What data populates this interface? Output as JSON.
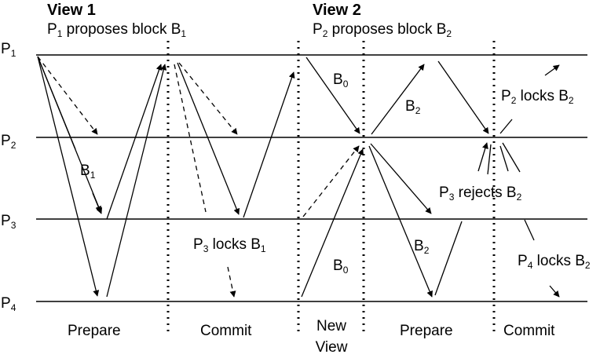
{
  "views": {
    "v1": {
      "title": "View 1",
      "caption": "P",
      "caption_sub": "1",
      "caption_tail": " proposes block B",
      "caption_sub2": "1"
    },
    "v2": {
      "title": "View 2",
      "caption": "P",
      "caption_sub": "2",
      "caption_tail": " proposes block B",
      "caption_sub2": "2"
    }
  },
  "processes": [
    {
      "label": "P",
      "sub": "1"
    },
    {
      "label": "P",
      "sub": "2"
    },
    {
      "label": "P",
      "sub": "3"
    },
    {
      "label": "P",
      "sub": "4"
    }
  ],
  "messages": {
    "b1": {
      "label": "B",
      "sub": "1"
    },
    "b0_top": {
      "label": "B",
      "sub": "0"
    },
    "b2_top": {
      "label": "B",
      "sub": "2"
    },
    "b0_bottom": {
      "label": "B",
      "sub": "0"
    },
    "b2_bottom": {
      "label": "B",
      "sub": "2"
    }
  },
  "annotations": {
    "p3_locks_b1": {
      "pre": "P",
      "s1": "3",
      "mid": " locks B",
      "s2": "1"
    },
    "p2_locks_b2": {
      "pre": "P",
      "s1": "2",
      "mid": " locks B",
      "s2": "2"
    },
    "p3_rejects_b2": {
      "pre": "P",
      "s1": "3",
      "mid": " rejects B",
      "s2": "2"
    },
    "p4_locks_b2": {
      "pre": "P",
      "s1": "4",
      "mid": " locks B",
      "s2": "2"
    }
  },
  "phases": {
    "prepare1": "Prepare",
    "commit1": "Commit",
    "newview_line1": "New",
    "newview_line2": "View",
    "prepare2": "Prepare",
    "commit2": "Commit"
  }
}
